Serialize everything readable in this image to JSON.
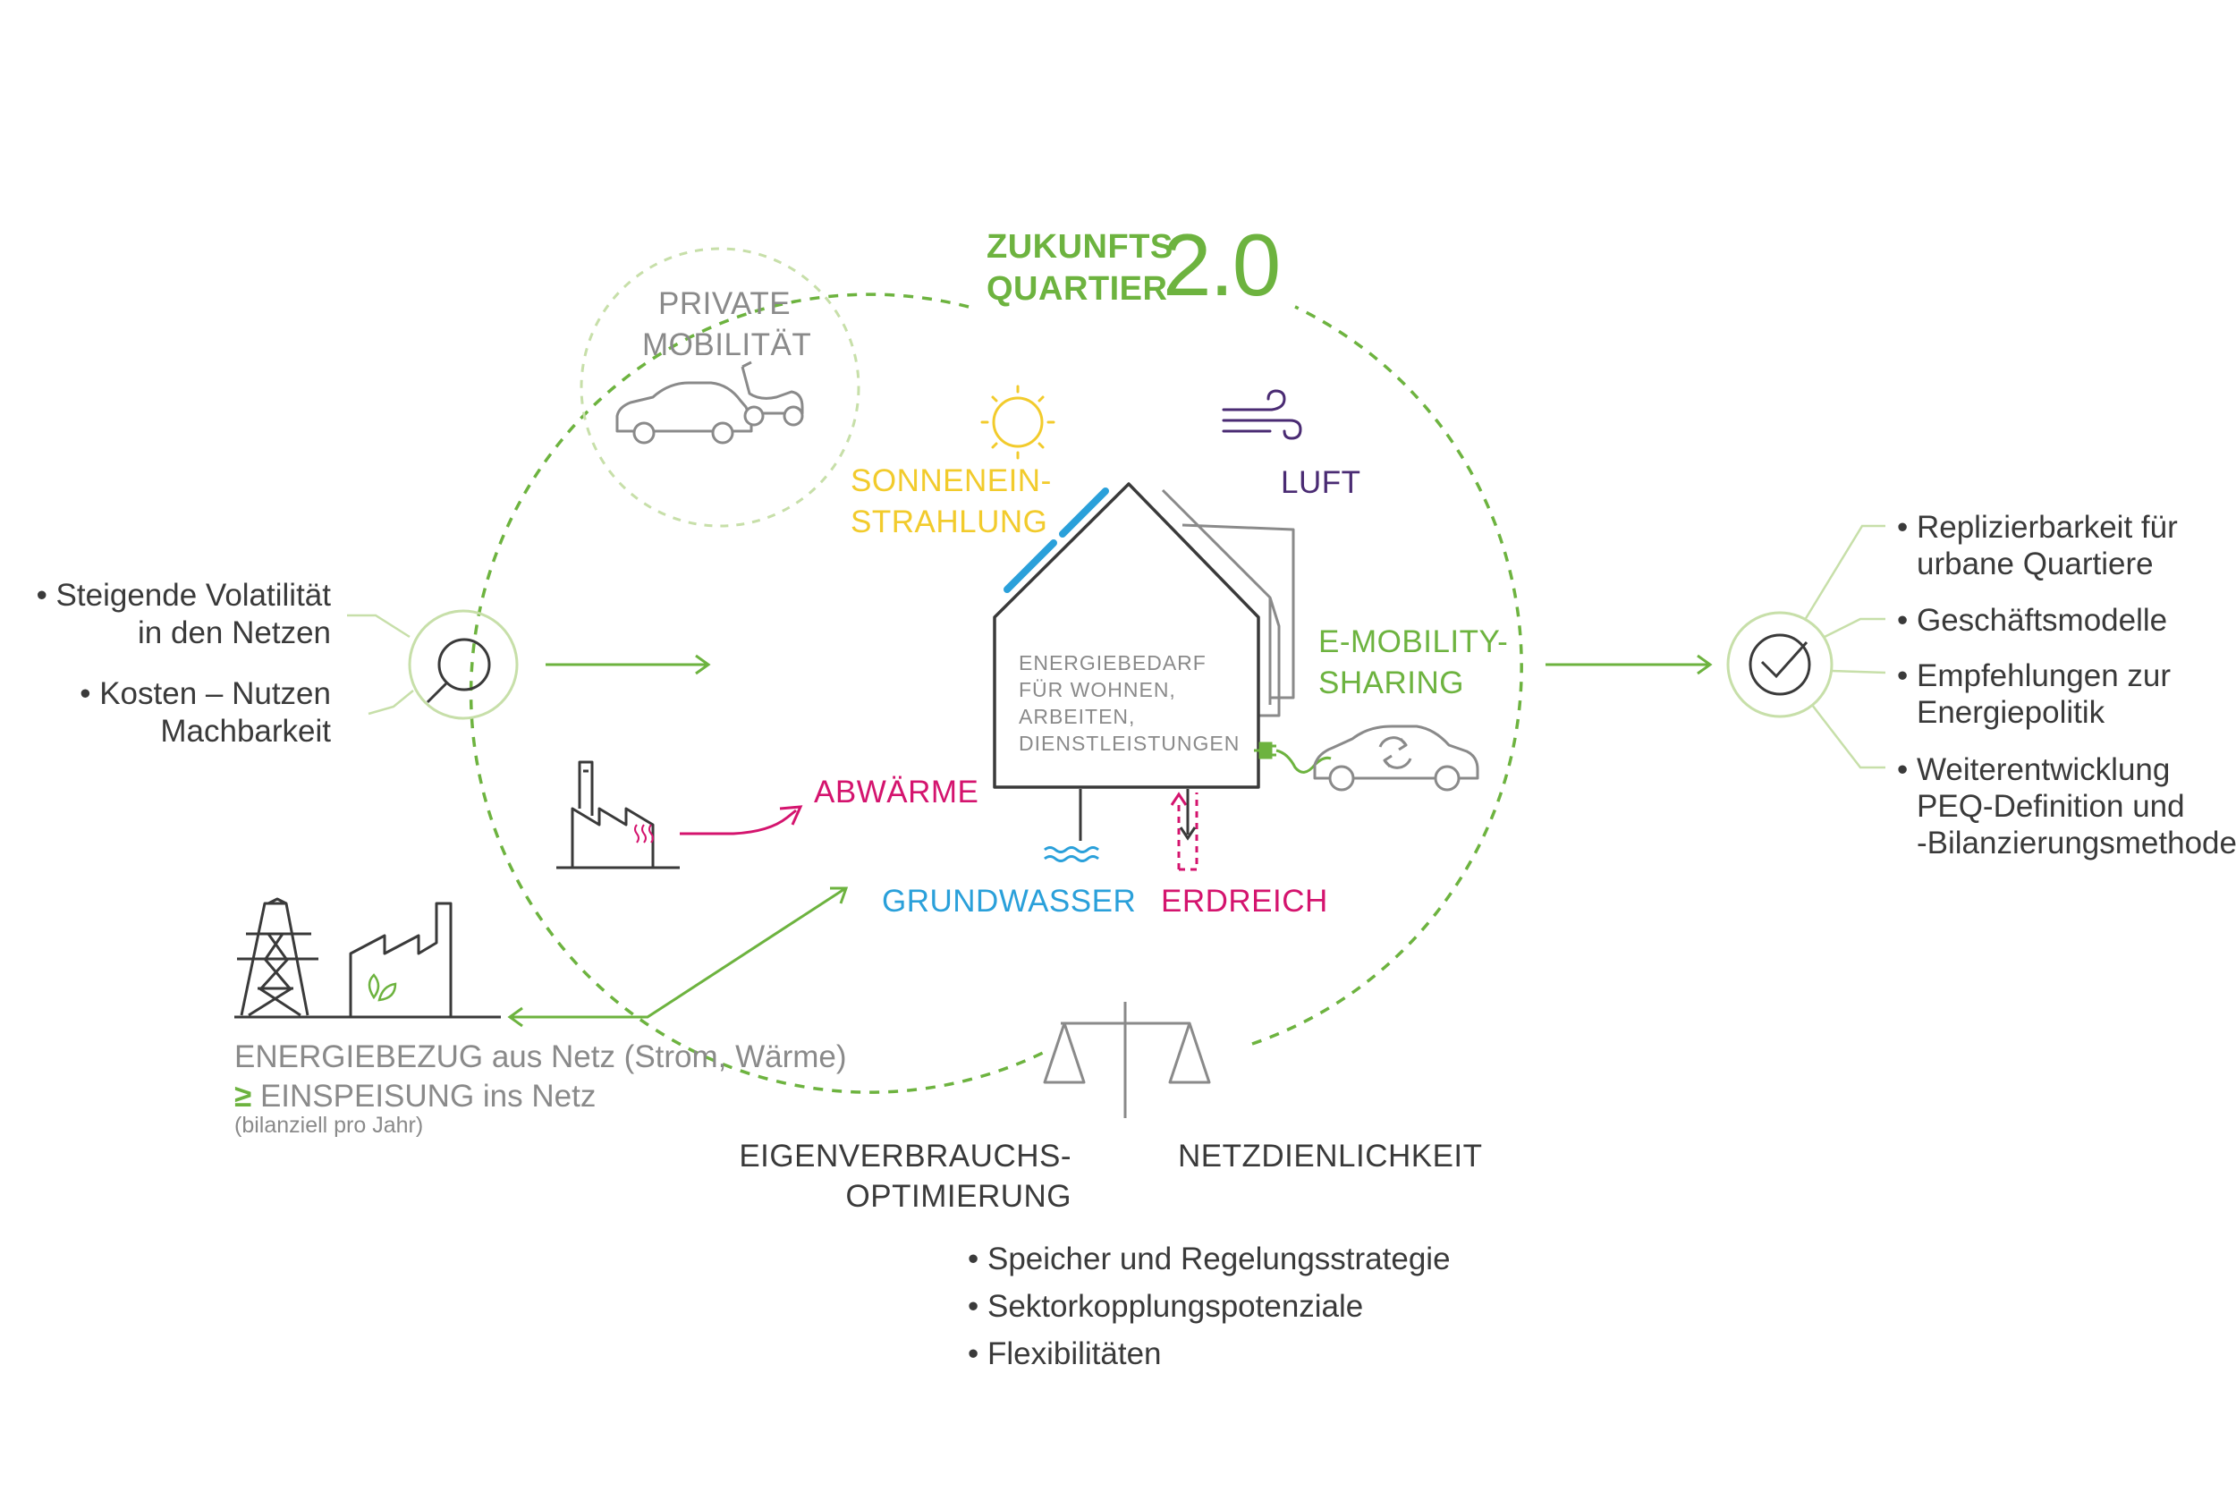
{
  "title": {
    "line1": "ZUKUNFTS",
    "line2": "QUARTIER",
    "version": "2.0"
  },
  "private_mobility": {
    "line1": "PRIVATE",
    "line2": "MOBILITÄT"
  },
  "sources": {
    "sun_line1": "SONNENEIN-",
    "sun_line2": "STRAHLUNG",
    "air": "LUFT",
    "emob_line1": "E-MOBILITY-",
    "emob_line2": "SHARING",
    "waste_heat": "ABWÄRME",
    "groundwater": "GRUNDWASSER",
    "soil": "ERDREICH"
  },
  "house": {
    "line1": "ENERGIEBEDARF",
    "line2": "FÜR WOHNEN,",
    "line3": "ARBEITEN,",
    "line4": "DIENSTLEISTUNGEN"
  },
  "inputs": {
    "items": [
      "• Steigende Volatilität",
      "in den Netzen",
      "• Kosten – Nutzen",
      "Machbarkeit"
    ]
  },
  "outputs": {
    "items": [
      "• Replizierbarkeit für",
      "urbane Quartiere",
      "• Geschäftsmodelle",
      "• Empfehlungen zur",
      "Energiepolitik",
      "• Weiterentwicklung",
      "PEQ-Definition und",
      "-Bilanzierungsmethode"
    ]
  },
  "grid": {
    "line1": "ENERGIEBEZUG aus Netz (Strom, Wärme)",
    "line2_symbol": "≥",
    "line2_text": "EINSPEISUNG ins Netz",
    "line3": "(bilanziell pro Jahr)"
  },
  "balance": {
    "left_line1": "EIGENVERBRAUCHS-",
    "left_line2": "OPTIMIERUNG",
    "right": "NETZDIENLICHKEIT",
    "items": [
      "• Speicher und Regelungsstrategie",
      "• Sektorkopplungspotenziale",
      "• Flexibilitäten"
    ]
  },
  "icons": [
    "question-magnifier-icon",
    "checkmark-icon",
    "sun-icon",
    "wind-icon",
    "house-icon",
    "solar-panel-icon",
    "car-icon",
    "scooter-icon",
    "factory-icon",
    "power-pylon-icon",
    "green-factory-icon",
    "scale-icon",
    "water-icon",
    "charging-plug-icon",
    "sharing-car-icon"
  ],
  "colors": {
    "green": "#6db33f",
    "light_green": "#c7dfa9",
    "yellow": "#f2cb2c",
    "purple": "#4a2b73",
    "magenta": "#d4146e",
    "blue": "#2aa0da",
    "gray": "#8a8a8a",
    "dark": "#3a3a3a"
  }
}
